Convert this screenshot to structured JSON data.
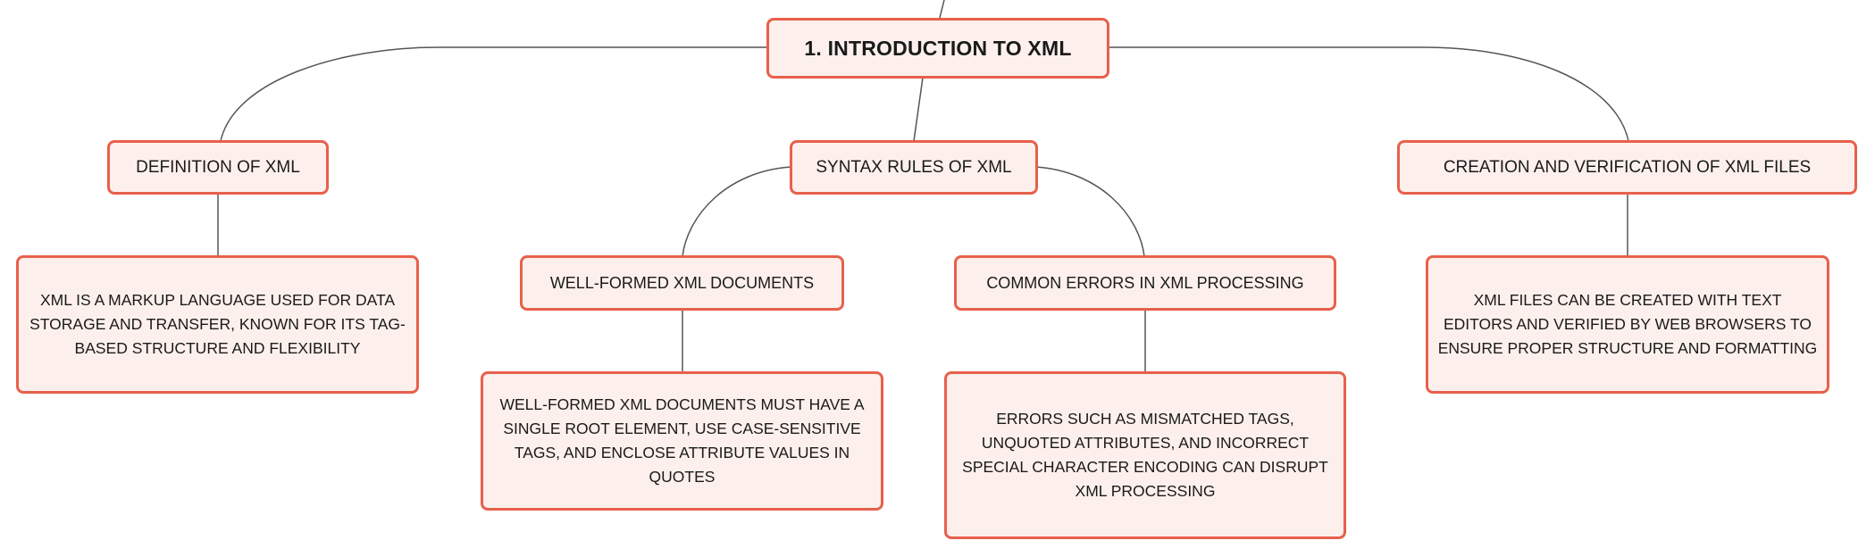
{
  "mindmap": {
    "root": {
      "label": "1. INTRODUCTION TO XML"
    },
    "definition": {
      "label": "DEFINITION OF XML",
      "detail": "XML IS A MARKUP LANGUAGE USED FOR DATA STORAGE AND TRANSFER, KNOWN FOR ITS TAG-BASED STRUCTURE AND FLEXIBILITY"
    },
    "syntax": {
      "label": "SYNTAX RULES OF XML",
      "well_formed": {
        "label": "WELL-FORMED XML DOCUMENTS",
        "detail": "WELL-FORMED XML DOCUMENTS MUST HAVE A SINGLE ROOT ELEMENT, USE CASE-SENSITIVE TAGS, AND ENCLOSE ATTRIBUTE VALUES IN QUOTES"
      },
      "errors": {
        "label": "COMMON ERRORS IN XML PROCESSING",
        "detail": "ERRORS SUCH AS MISMATCHED TAGS, UNQUOTED ATTRIBUTES, AND INCORRECT SPECIAL CHARACTER ENCODING CAN DISRUPT XML PROCESSING"
      }
    },
    "creation": {
      "label": "CREATION AND VERIFICATION OF XML FILES",
      "detail": "XML FILES CAN BE CREATED WITH TEXT EDITORS AND VERIFIED BY WEB BROWSERS TO ENSURE PROPER STRUCTURE AND FORMATTING"
    }
  },
  "colors": {
    "node_border": "#e8604c",
    "node_fill": "#fdf0ec",
    "connector": "#555555",
    "text": "#1a1a1a"
  }
}
